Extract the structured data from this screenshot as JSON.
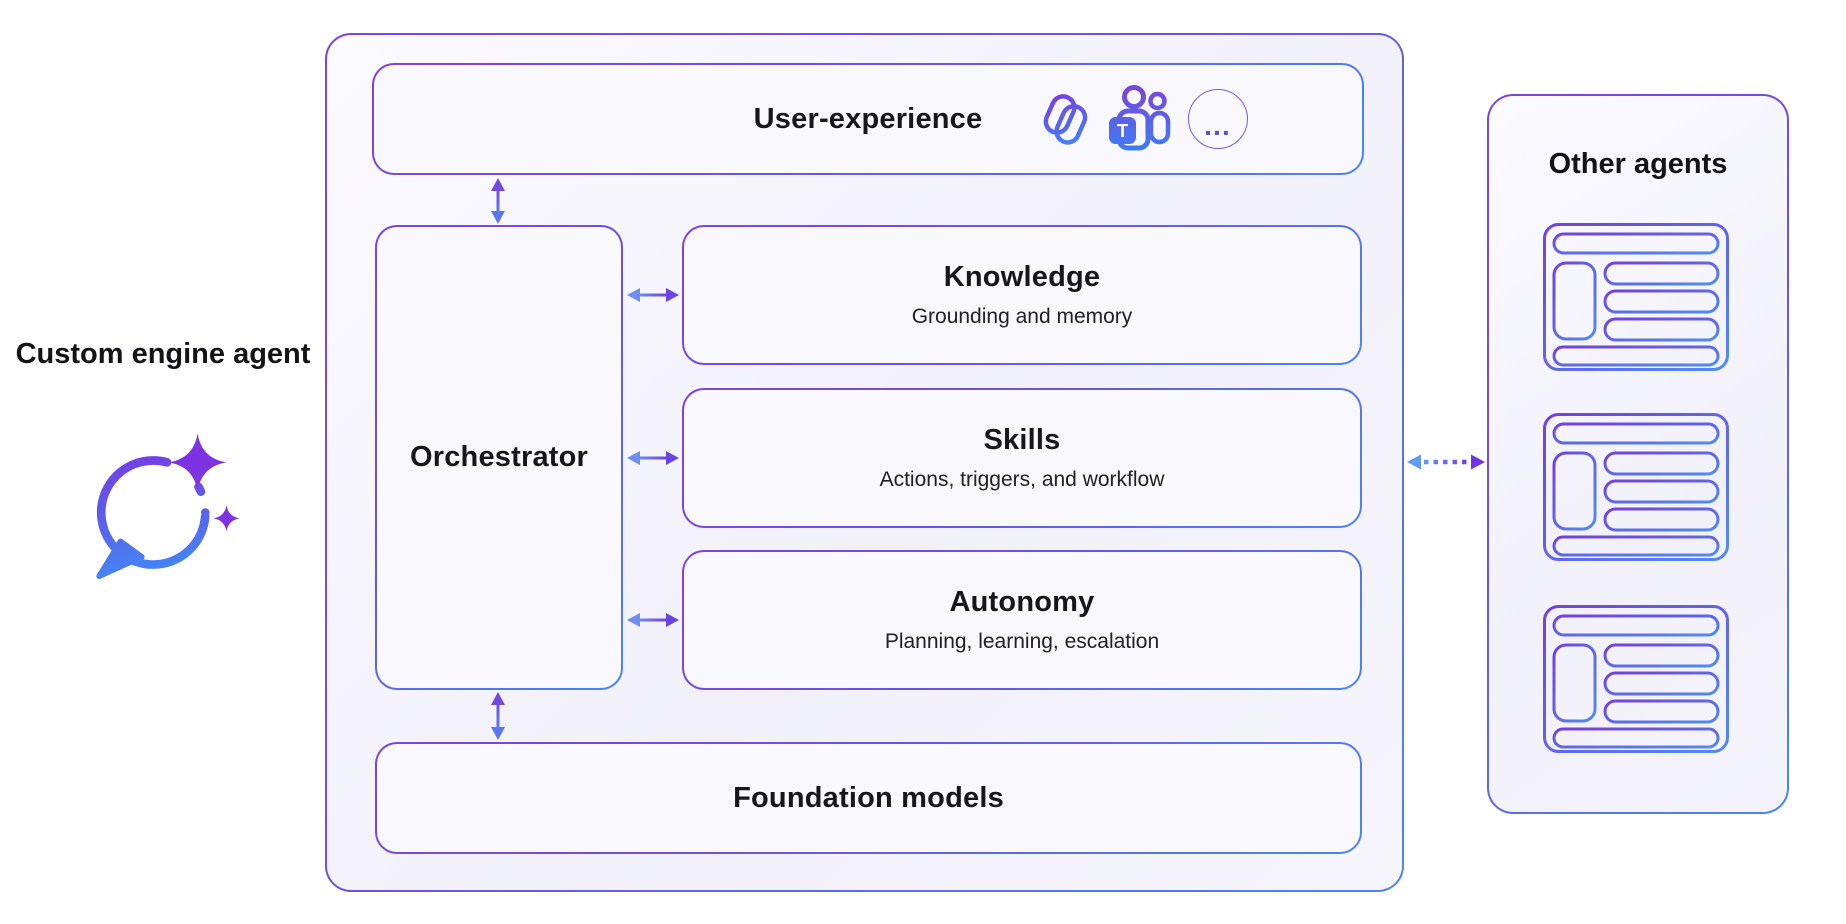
{
  "diagram": {
    "left_label": "Custom engine agent",
    "panel": {
      "ux": {
        "title": "User-experience",
        "more_label": "…"
      },
      "orchestrator": {
        "title": "Orchestrator"
      },
      "knowledge": {
        "title": "Knowledge",
        "subtitle": "Grounding and memory"
      },
      "skills": {
        "title": "Skills",
        "subtitle": "Actions, triggers, and workflow"
      },
      "autonomy": {
        "title": "Autonomy",
        "subtitle": "Planning, learning, escalation"
      },
      "foundation": {
        "title": "Foundation models"
      }
    },
    "other_agents": {
      "title": "Other agents",
      "card_count": 3
    },
    "teams_badge": "T",
    "colors": {
      "purple": "#7642dc",
      "blue": "#4a86f2",
      "arrow_indigo": "#5f58dd",
      "text": "#1a1a1e",
      "box_fill": "#f8f8fd"
    }
  }
}
